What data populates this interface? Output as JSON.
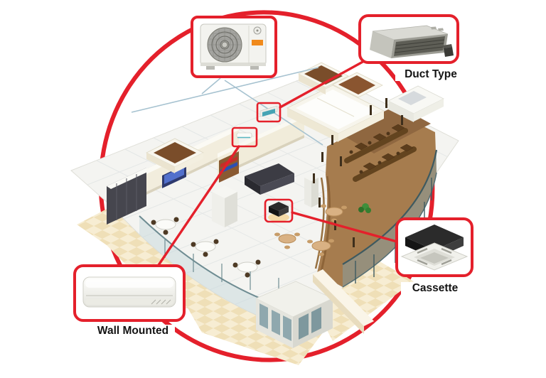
{
  "diagram": {
    "background": "#ffffff",
    "accent": "#e4202b",
    "labels": {
      "duct": "Duct Type",
      "wall": "Wall Mounted",
      "cassette": "Cassette"
    },
    "icons": {
      "outdoor": "outdoor-condenser-unit-image",
      "duct": "duct-unit-image",
      "wall": "wall-mounted-unit-image",
      "cassette": "cassette-unit-image",
      "ring": "red-ring",
      "highlights": [
        "duct-unit-highlight",
        "wall-unit-highlight",
        "cassette-unit-highlight"
      ]
    }
  }
}
